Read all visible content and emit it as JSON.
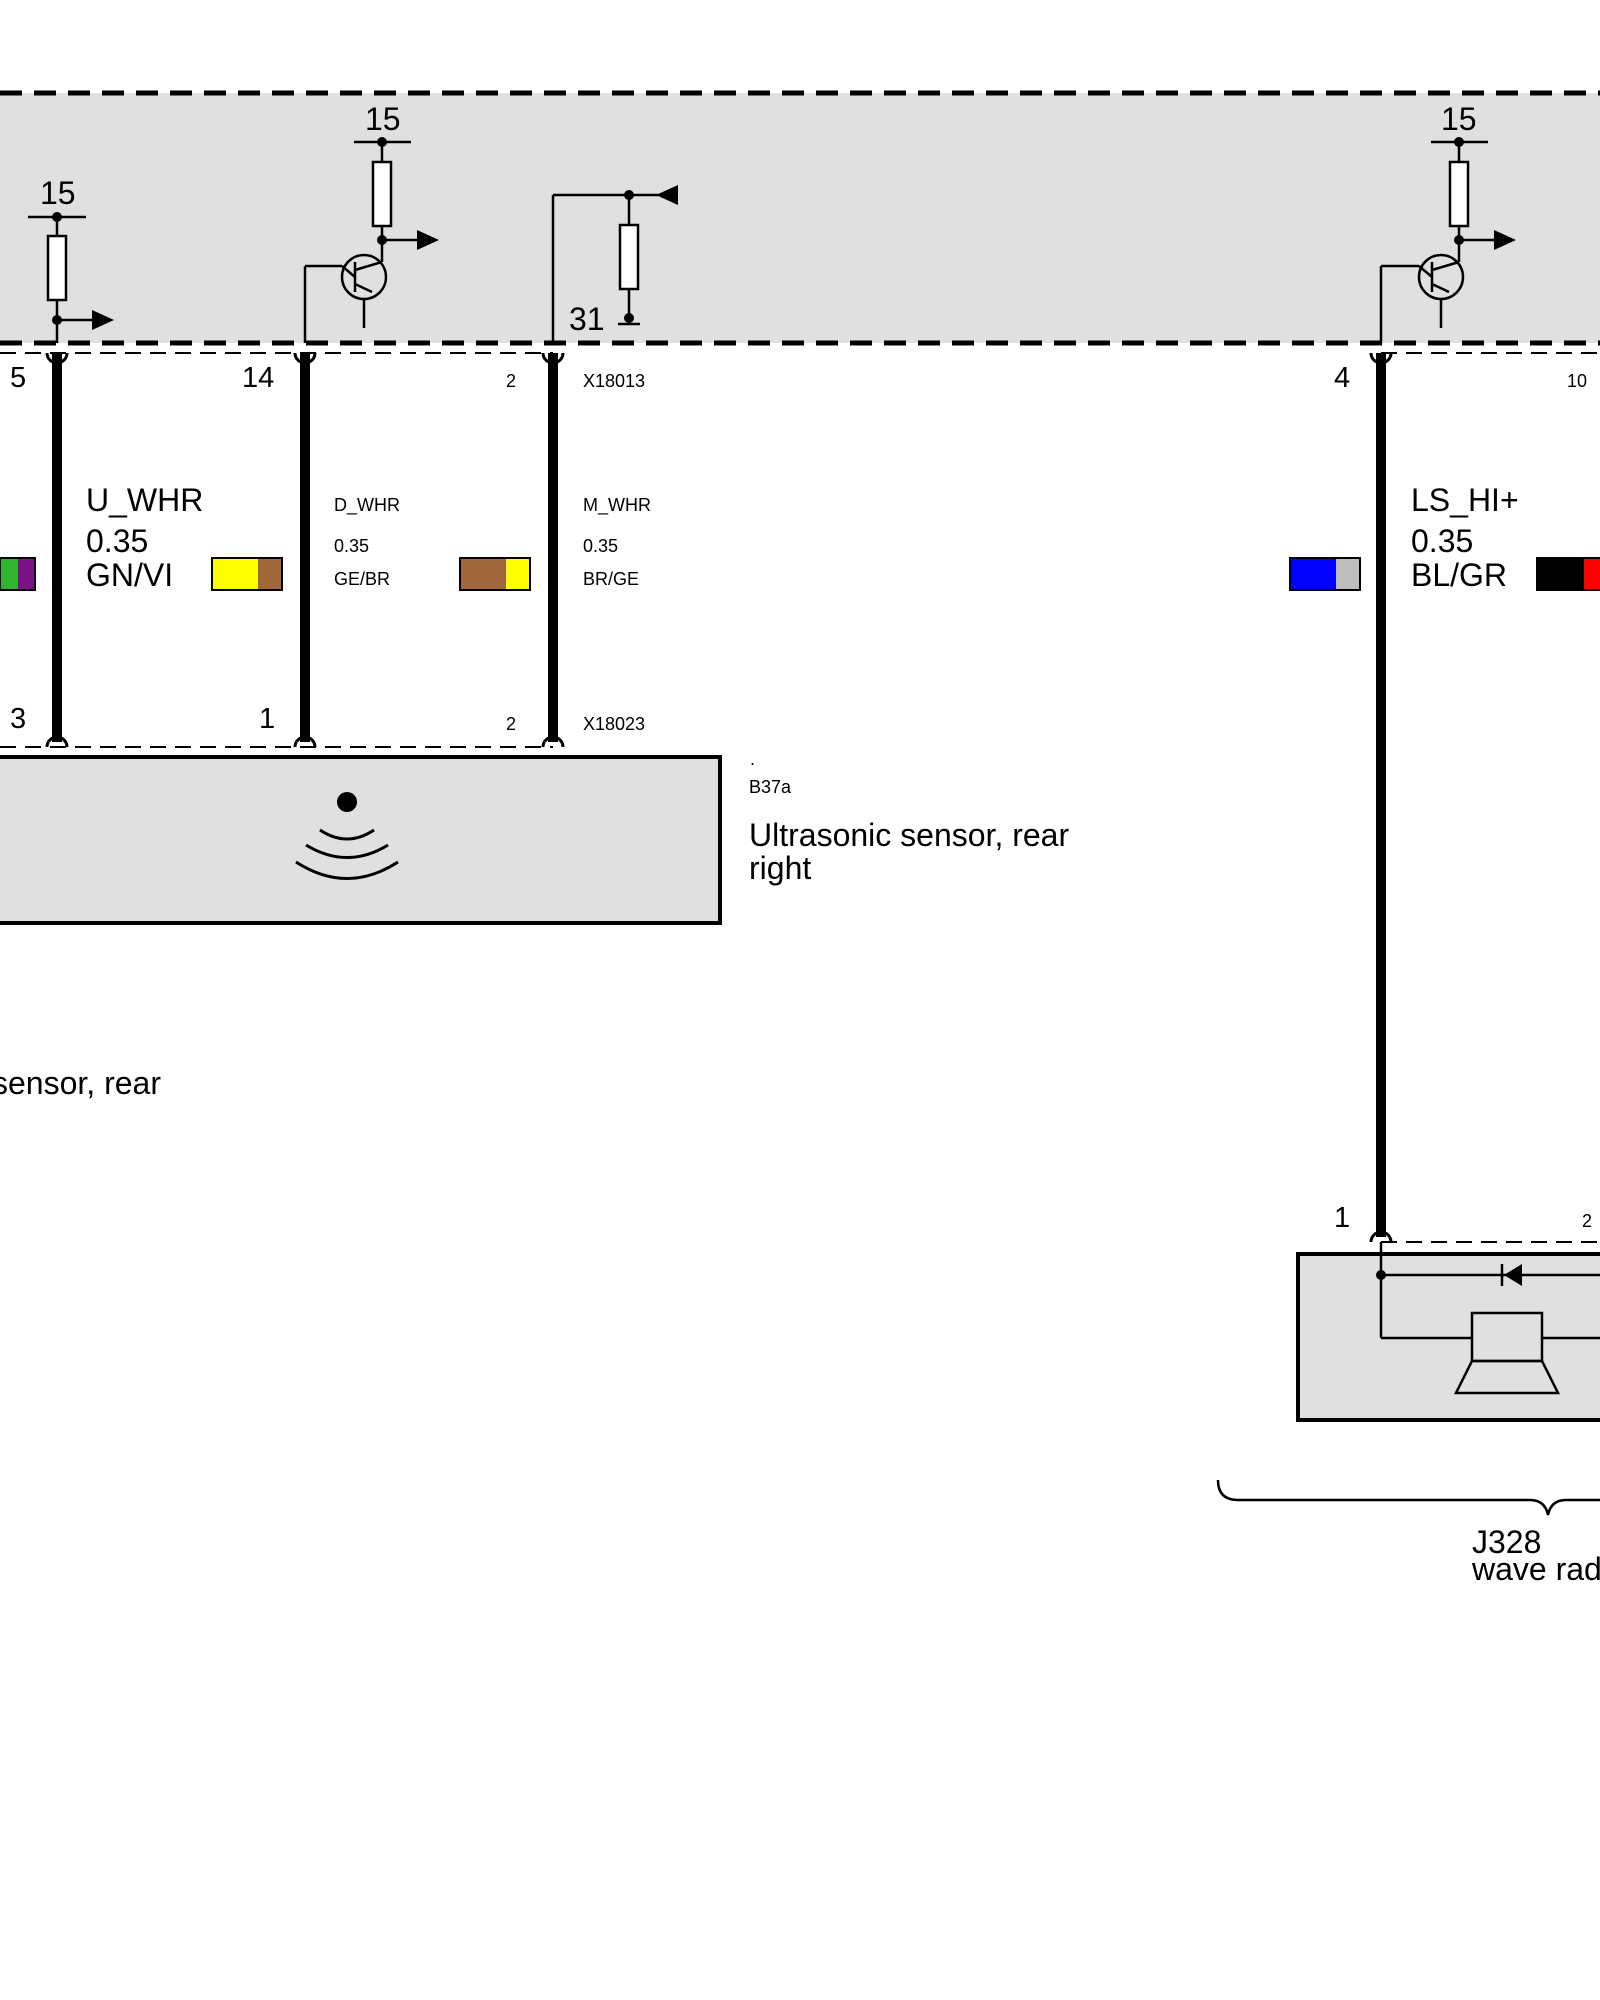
{
  "colors": {
    "module_fill": "#e0e0e0",
    "wire": "#000000",
    "GN": "#2fb52f",
    "VI": "#7b1288",
    "GE": "#ffff00",
    "BR": "#a0673a",
    "BL": "#0000ff",
    "GR": "#bdbdbd",
    "SW": "#000000",
    "RT": "#ff0000"
  },
  "control_unit": {
    "supply_labels": [
      "15",
      "15",
      "15"
    ],
    "ground_label": "31"
  },
  "connectors": {
    "top": "X18013",
    "bottom": "X18023"
  },
  "pins": {
    "top": [
      "5",
      "14",
      "2",
      "4",
      "10"
    ],
    "bottom": [
      "3",
      "1",
      "2",
      "1",
      "2"
    ]
  },
  "wires": [
    {
      "signal": "U_WHR",
      "gauge": "0.35",
      "color_code": "GN/VI"
    },
    {
      "signal": "D_WHR",
      "gauge": "0.35",
      "color_code": "GE/BR"
    },
    {
      "signal": "M_WHR",
      "gauge": "0.35",
      "color_code": "BR/GE"
    },
    {
      "signal": "LS_HI+",
      "gauge": "0.35",
      "color_code": "BL/GR"
    }
  ],
  "components": {
    "sensor": {
      "dot": ".",
      "id": "B37a",
      "name_line1": "Ultrasonic sensor, rear",
      "name_line2": "right"
    },
    "left_cut_label": "sensor, rear",
    "speaker": {
      "id": "J328",
      "name": "wave rad"
    }
  }
}
